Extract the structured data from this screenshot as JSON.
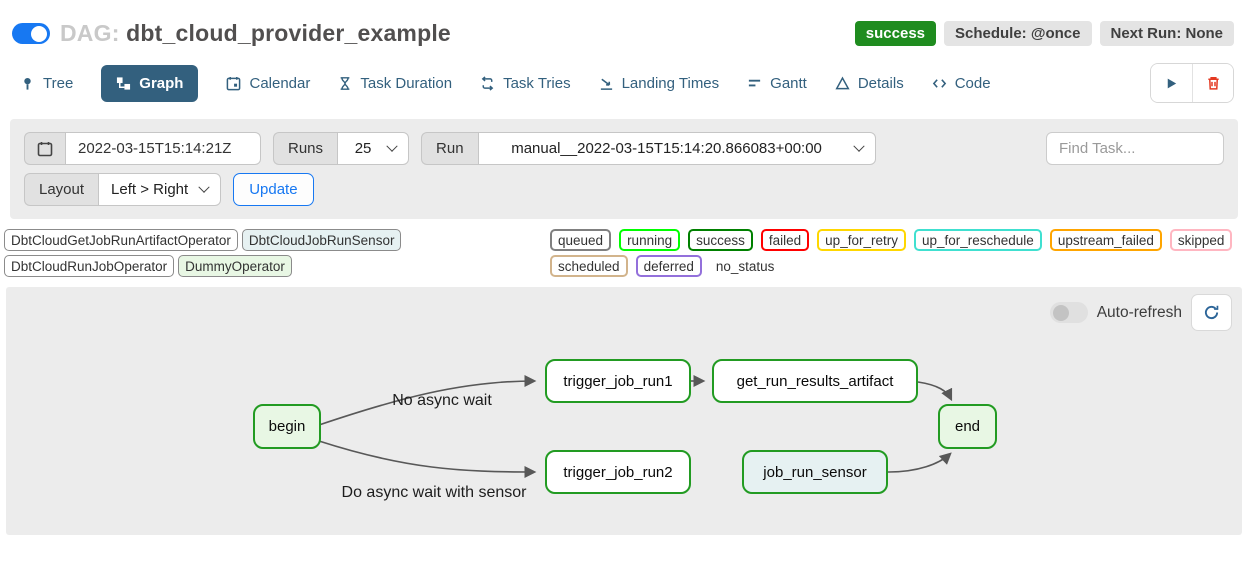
{
  "colors": {
    "accent": "#1778f2",
    "tab": "#33607e",
    "success": "#1f8c1f",
    "danger": "#e43921"
  },
  "header": {
    "dag_prefix": "DAG:",
    "dag_title": "dbt_cloud_provider_example",
    "dag_toggle_on": true,
    "status_badge": "success",
    "schedule_badge": "Schedule: @once",
    "next_run_badge": "Next Run: None"
  },
  "tabs": {
    "items": [
      {
        "label": "Tree"
      },
      {
        "label": "Graph",
        "active": true
      },
      {
        "label": "Calendar"
      },
      {
        "label": "Task Duration"
      },
      {
        "label": "Task Tries"
      },
      {
        "label": "Landing Times"
      },
      {
        "label": "Gantt"
      },
      {
        "label": "Details"
      },
      {
        "label": "Code"
      }
    ]
  },
  "filters": {
    "base_date": "2022-03-15T15:14:21Z",
    "runs_label": "Runs",
    "runs_value": "25",
    "run_label": "Run",
    "run_value": "manual__2022-03-15T15:14:20.866083+00:00",
    "find_task_placeholder": "Find Task...",
    "layout_label": "Layout",
    "layout_value": "Left > Right",
    "update_label": "Update"
  },
  "legend": {
    "operators": [
      {
        "label": "DbtCloudGetJobRunArtifactOperator",
        "bg": "#ffffff"
      },
      {
        "label": "DbtCloudJobRunSensor",
        "bg": "#e6f1f2"
      },
      {
        "label": "DbtCloudRunJobOperator",
        "bg": "#ffffff"
      },
      {
        "label": "DummyOperator",
        "bg": "#e8f7e4"
      }
    ],
    "statuses": [
      {
        "label": "queued",
        "border": "#808080"
      },
      {
        "label": "running",
        "border": "#00ff00"
      },
      {
        "label": "success",
        "border": "#008000"
      },
      {
        "label": "failed",
        "border": "#ff0000"
      },
      {
        "label": "up_for_retry",
        "border": "#ffd700"
      },
      {
        "label": "up_for_reschedule",
        "border": "#40e0d0"
      },
      {
        "label": "upstream_failed",
        "border": "#ffa500"
      },
      {
        "label": "skipped",
        "border": "#ffb6c1"
      },
      {
        "label": "scheduled",
        "border": "#d2b48c"
      },
      {
        "label": "deferred",
        "border": "#9370db"
      },
      {
        "label": "no_status",
        "border": "transparent"
      }
    ]
  },
  "graph": {
    "auto_refresh_label": "Auto-refresh",
    "auto_refresh_on": false,
    "edge_labels": {
      "top": "No async wait",
      "bottom": "Do async wait with sensor"
    },
    "nodes": [
      {
        "id": "begin",
        "label": "begin",
        "bg": "#e8f7e4"
      },
      {
        "id": "trigger_job_run1",
        "label": "trigger_job_run1",
        "bg": "#ffffff"
      },
      {
        "id": "get_run_results_artifact",
        "label": "get_run_results_artifact",
        "bg": "#ffffff"
      },
      {
        "id": "trigger_job_run2",
        "label": "trigger_job_run2",
        "bg": "#ffffff"
      },
      {
        "id": "job_run_sensor",
        "label": "job_run_sensor",
        "bg": "#e6f1f2"
      },
      {
        "id": "end",
        "label": "end",
        "bg": "#e8f7e4"
      }
    ]
  }
}
